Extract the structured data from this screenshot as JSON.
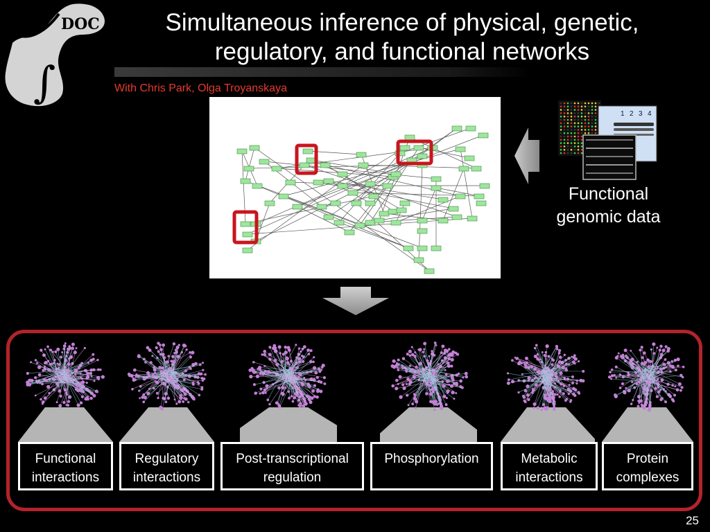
{
  "slide": {
    "title": "Simultaneous inference of physical, genetic, regulatory, and functional networks",
    "credits": "With Chris Park, Olga Troyanskaya",
    "page_number": "25"
  },
  "logo": {
    "monogram": "DOC",
    "glyph": "∫"
  },
  "genomic_data": {
    "label": "Functional genomic data",
    "gel_lane_numbers": [
      "1",
      "2",
      "3",
      "4"
    ]
  },
  "networks": [
    {
      "label": "Functional interactions"
    },
    {
      "label": "Regulatory interactions"
    },
    {
      "label": "Post-transcriptional regulation"
    },
    {
      "label": "Phosphorylation"
    },
    {
      "label": "Metabolic interactions"
    },
    {
      "label": "Protein complexes"
    }
  ],
  "colors": {
    "background": "#000000",
    "accent_red": "#b3232b",
    "credits_red": "#e53b2e",
    "pathway_node_green": "#9fe59f",
    "network_node_purple": "#c47fd6",
    "arrow_gray": "#a8a8a8"
  }
}
